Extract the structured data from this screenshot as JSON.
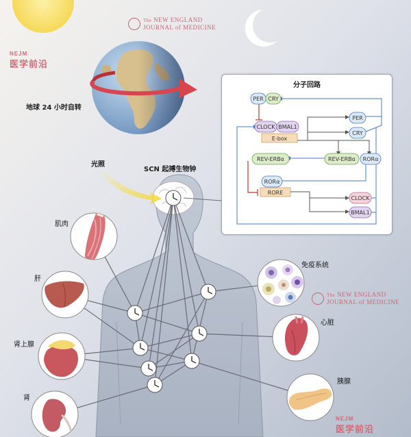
{
  "brand": {
    "journal_small": "The",
    "journal_line1": "NEW ENGLAND",
    "journal_line2": "JOURNAL of MEDICINE",
    "nejm_top": "NEJM",
    "nejm_bottom": "医学前沿"
  },
  "labels": {
    "earth_rotation": "地球 24 小时自转",
    "light": "光照",
    "scn": "SCN 起搏生物钟",
    "muscle": "肌肉",
    "liver": "肝",
    "adrenal": "肾上腺",
    "kidney": "肾",
    "immune": "免疫系统",
    "heart": "心脏",
    "pancreas": "胰腺"
  },
  "molecular": {
    "title": "分子回路",
    "per": "PER",
    "cry": "CRY",
    "clock": "CLOCK",
    "bmal1": "BMAL1",
    "ebox": "E-box",
    "per_out": "PER",
    "cry_out": "CRY",
    "rev_erb_left": "REV-ERBα",
    "rev_erb_mid": "REV-ERBα",
    "ror_right": "RORα",
    "ror_left": "RORα",
    "rore": "RORE",
    "clock_out": "CLOCK",
    "bmal1_out": "BMAL1"
  },
  "colors": {
    "sun": "#f9e27a",
    "protein_blue": "#dbe8f7",
    "protein_purple": "#e2d3f0",
    "protein_green": "#dcebc8",
    "protein_pink": "#f6d4dc",
    "gene_box": "#f6dcb8",
    "activation_line": "#4a78c2",
    "repression_line": "#c0392b",
    "organ_line": "#6b6b78"
  }
}
